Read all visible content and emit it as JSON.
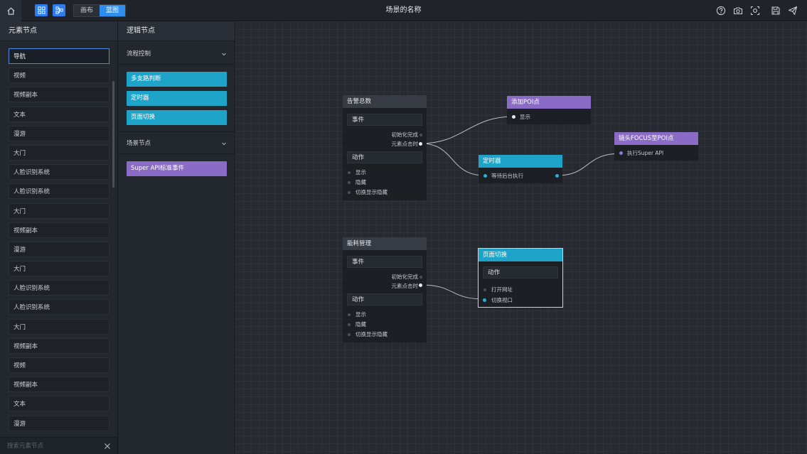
{
  "topbar": {
    "title": "场景的名称",
    "tabs": [
      {
        "label": "画布",
        "active": false
      },
      {
        "label": "蓝图",
        "active": true
      }
    ],
    "tools": [
      "help-icon",
      "camera-icon",
      "screenshot-icon",
      "save-icon",
      "publish-icon"
    ]
  },
  "elements_panel": {
    "title": "元素节点",
    "items": [
      "导航",
      "视频",
      "视频副本",
      "文本",
      "漫游",
      "大门",
      "人脸识别系统",
      "人脸识别系统",
      "大门",
      "视频副本",
      "漫游",
      "大门",
      "人脸识别系统",
      "人脸识别系统",
      "大门",
      "视频副本",
      "视频",
      "视频副本",
      "文本",
      "漫游"
    ],
    "selected_index": 0,
    "search_placeholder": "搜索元素节点"
  },
  "logic_panel": {
    "title": "逻辑节点",
    "groups": [
      {
        "label": "流程控制",
        "items": [
          "多支路判断",
          "定时器",
          "页面切换"
        ]
      },
      {
        "label": "场景节点",
        "items": [
          "Super API标准事件"
        ]
      }
    ]
  },
  "nodes": {
    "alarm": {
      "title": "告警总数",
      "event_label": "事件",
      "event_ports": [
        "初始化完成",
        "元素点击时"
      ],
      "action_label": "动作",
      "action_ports": [
        "显示",
        "隐藏",
        "切换显示隐藏"
      ]
    },
    "add_poi": {
      "title": "添加POI点",
      "ports": [
        "显示"
      ]
    },
    "focus": {
      "title": "镜头FOCUS至POI点",
      "ports": [
        "执行Super API"
      ]
    },
    "timer": {
      "title": "定时器",
      "ports": [
        "等待后台执行"
      ]
    },
    "energy": {
      "title": "能耗管理",
      "event_label": "事件",
      "event_ports": [
        "初始化完成",
        "元素点击时"
      ],
      "action_label": "动作",
      "action_ports": [
        "显示",
        "隐藏",
        "切换显示隐藏"
      ]
    },
    "page_switch": {
      "title": "页面切换",
      "action_label": "动作",
      "ports": [
        "打开网址",
        "切换视口"
      ]
    }
  },
  "colors": {
    "accent_blue": "#2d8ef0",
    "node_cyan": "#1ea3c9",
    "node_purple": "#8a6bc6"
  }
}
